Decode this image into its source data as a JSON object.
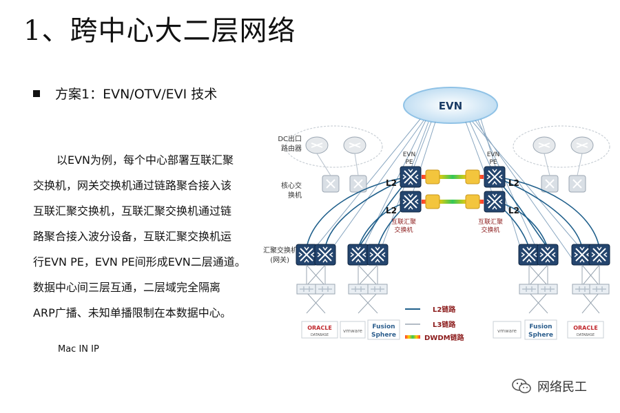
{
  "slide": {
    "title": "1、跨中心大二层网络",
    "bullet": "方案1：EVN/OTV/EVI 技术",
    "paragraph_lines": [
      "以EVN为例，每个中心部署互联汇聚",
      "交换机，网关交换机通过链路聚合接入该",
      "互联汇聚交换机，互联汇聚交换机通过链",
      "路聚合接入波分设备，互联汇聚交换机运",
      "行EVN PE，EVN PE间形成EVN二层通道。",
      "数据中心间三层互通，二层域完全隔离",
      "ARP广播、未知单播限制在本数据中心。"
    ],
    "note": "Mac IN IP"
  },
  "diagram": {
    "cloud_label": "EVN",
    "dc_router_label": [
      "DC出口",
      "路由器"
    ],
    "core_switch_label": [
      "核心交",
      "换机"
    ],
    "agg_switch_label": [
      "汇聚交换机",
      "(网关)"
    ],
    "evn_pe_left": [
      "EVN",
      "PE"
    ],
    "evn_pe_right": [
      "EVN",
      "PE"
    ],
    "l2_tags": [
      "L2",
      "L2",
      "L2",
      "L2"
    ],
    "interconnect_left": [
      "互联汇聚",
      "交换机"
    ],
    "interconnect_right": [
      "互联汇聚",
      "交换机"
    ],
    "legend": [
      "L2链路",
      "L3链路",
      "DWDM链路"
    ],
    "logos": {
      "oracle": "ORACLE",
      "oracle_sub": "DATABASE",
      "vmware": "vmware",
      "fusion": "Fusion",
      "sphere": "Sphere"
    },
    "colors": {
      "l2_link": "#1f5f8b",
      "l3_link": "#9aa6b2",
      "cloud": "#cfe6f7",
      "switch": "#24456e",
      "label_red": "#8b1a1a"
    }
  },
  "watermark": {
    "text": "网络民工",
    "icon": "wechat-icon"
  }
}
